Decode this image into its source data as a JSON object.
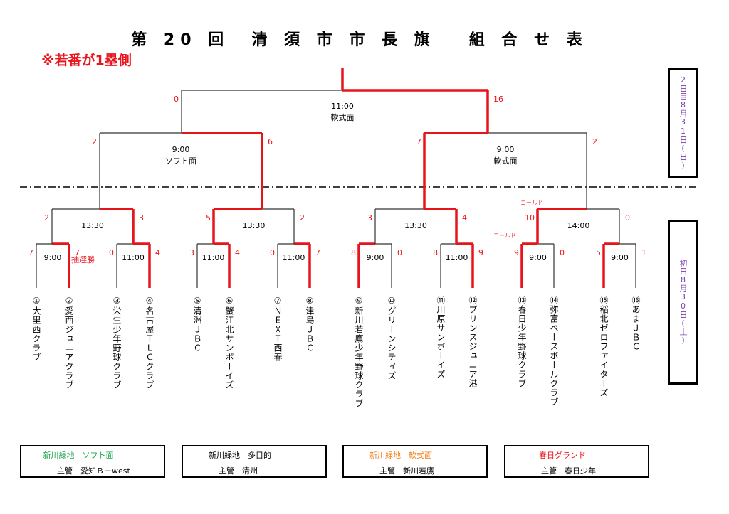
{
  "title": "第 20 回  清 須 市 市 長 旗   組 合 せ 表",
  "note": "※若番が1塁側",
  "days": {
    "day2": "2日目8月31日(日)",
    "day1": "初日8月30日(土)"
  },
  "colors": {
    "win": "#e8141c",
    "day": "#7b3fb0"
  },
  "teams": [
    {
      "num": "①",
      "name": "大里西クラブ"
    },
    {
      "num": "②",
      "name": "愛西ジュニアクラブ"
    },
    {
      "num": "③",
      "name": "栄生少年野球クラブ"
    },
    {
      "num": "④",
      "name": "名古屋ＴＬＣクラブ"
    },
    {
      "num": "⑤",
      "name": "清洲ＪＢＣ"
    },
    {
      "num": "⑥",
      "name": "蟹江北サンボーイズ"
    },
    {
      "num": "⑦",
      "name": "ＮＥＸＴ西春"
    },
    {
      "num": "⑧",
      "name": "津島ＪＢＣ"
    },
    {
      "num": "⑨",
      "name": "新川若鷹少年野球クラブ"
    },
    {
      "num": "⑩",
      "name": "グリーンシティズ"
    },
    {
      "num": "⑪",
      "name": "川原サンボーイズ"
    },
    {
      "num": "⑫",
      "name": "プリンスジュニア港"
    },
    {
      "num": "⑬",
      "name": "春日少年野球クラブ"
    },
    {
      "num": "⑭",
      "name": "弥富ベースボールクラブ"
    },
    {
      "num": "⑮",
      "name": "稲北ゼロファイターズ"
    },
    {
      "num": "⑯",
      "name": "あまＪＢＣ"
    }
  ],
  "matches": {
    "round1": [
      {
        "time": "9:00",
        "scores": [
          "7",
          "7"
        ],
        "win": 1,
        "note": "抽選勝"
      },
      {
        "time": "11:00",
        "scores": [
          "0",
          "4"
        ],
        "win": 1
      },
      {
        "time": "11:00",
        "scores": [
          "3",
          "4"
        ],
        "win": 1
      },
      {
        "time": "11:00",
        "scores": [
          "0",
          "7"
        ],
        "win": 1
      },
      {
        "time": "9:00",
        "scores": [
          "8",
          "0"
        ],
        "win": 0
      },
      {
        "time": "11:00",
        "scores": [
          "8",
          "9"
        ],
        "win": 1
      },
      {
        "time": "9:00",
        "scores": [
          "9",
          "0"
        ],
        "win": 0,
        "tag": "コールド"
      },
      {
        "time": "9:00",
        "scores": [
          "5",
          "1"
        ],
        "win": 0
      }
    ],
    "quarter": [
      {
        "time": "13:30",
        "scores": [
          "2",
          "3"
        ],
        "win": 1
      },
      {
        "time": "13:30",
        "scores": [
          "5",
          "2"
        ],
        "win": 0
      },
      {
        "time": "13:30",
        "scores": [
          "3",
          "4"
        ],
        "win": 1
      },
      {
        "time": "14:00",
        "scores": [
          "10",
          "0"
        ],
        "win": 0,
        "tag": "コールド"
      }
    ],
    "semi": [
      {
        "time": "9:00",
        "venue": "ソフト面",
        "scores": [
          "2",
          "6"
        ],
        "win": 1
      },
      {
        "time": "9:00",
        "venue": "軟式面",
        "scores": [
          "7",
          "2"
        ],
        "win": 0
      }
    ],
    "final": {
      "time": "11:00",
      "venue": "軟式面",
      "scores": [
        "0",
        "16"
      ],
      "win": 1
    }
  },
  "venues": [
    {
      "name": "新川緑地　ソフト面",
      "host": "主管　愛知Ｂ－west",
      "color": "#1aa64a"
    },
    {
      "name": "新川緑地　多目的",
      "host": "主管　清州",
      "color": "#000000"
    },
    {
      "name": "新川緑地　軟式面",
      "host": "主管　新川若鷹",
      "color": "#f07f1a"
    },
    {
      "name": "春日グランド",
      "host": "主管　春日少年",
      "color": "#e8141c"
    }
  ]
}
